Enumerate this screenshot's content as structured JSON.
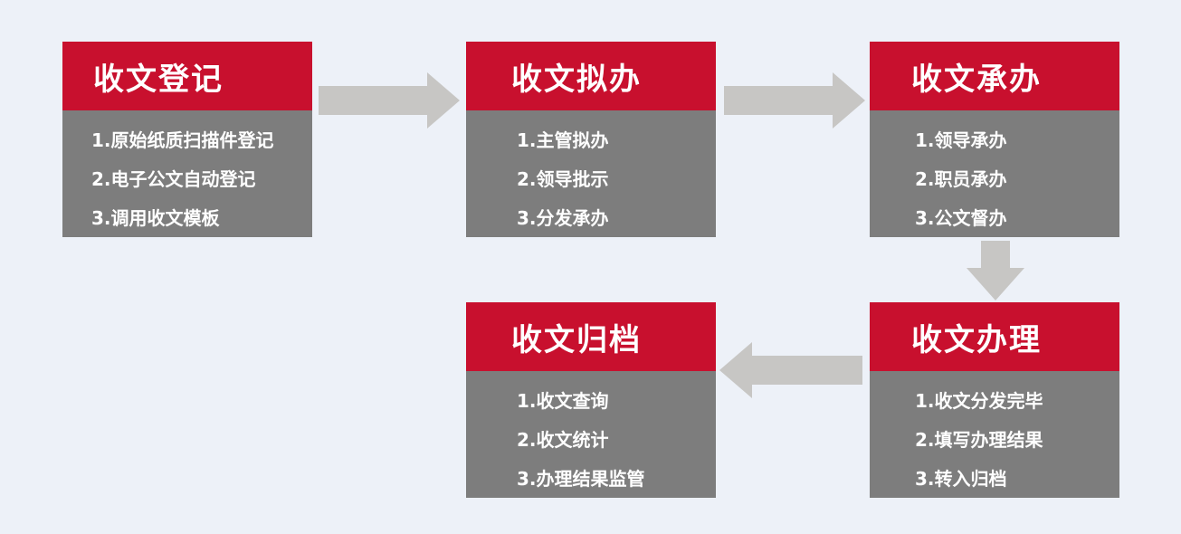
{
  "colors": {
    "background": "#edf1f8",
    "card_header": "#c8102e",
    "card_body": "#7d7d7d",
    "arrow": "#c7c6c4"
  },
  "cards": [
    {
      "title": "收文登记",
      "items": [
        "1.原始纸质扫描件登记",
        "2.电子公文自动登记",
        "3.调用收文模板"
      ]
    },
    {
      "title": "收文拟办",
      "items": [
        "1.主管拟办",
        "2.领导批示",
        "3.分发承办"
      ]
    },
    {
      "title": "收文承办",
      "items": [
        "1.领导承办",
        "2.职员承办",
        "3.公文督办"
      ]
    },
    {
      "title": "收文办理",
      "items": [
        "1.收文分发完毕",
        "2.填写办理结果",
        "3.转入归档"
      ]
    },
    {
      "title": "收文归档",
      "items": [
        "1.收文查询",
        "2.收文统计",
        "3.办理结果监管"
      ]
    }
  ],
  "arrows": [
    {
      "from": "收文登记",
      "to": "收文拟办",
      "direction": "right"
    },
    {
      "from": "收文拟办",
      "to": "收文承办",
      "direction": "right"
    },
    {
      "from": "收文承办",
      "to": "收文办理",
      "direction": "down"
    },
    {
      "from": "收文办理",
      "to": "收文归档",
      "direction": "left"
    }
  ]
}
